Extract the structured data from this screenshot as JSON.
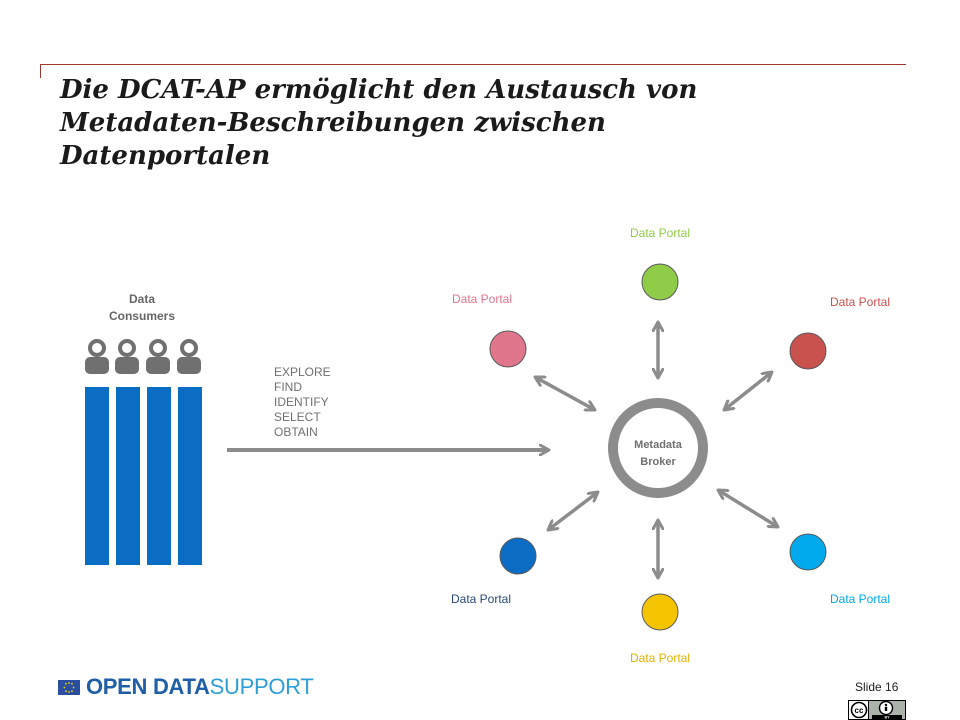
{
  "title_lines": [
    "Die DCAT-AP ermöglicht den Austausch von",
    "Metadaten-Beschreibungen zwischen",
    "Datenportalen"
  ],
  "consumers_label_lines": [
    "Data",
    "Consumers"
  ],
  "actions": [
    "EXPLORE",
    "FIND",
    "IDENTIFY",
    "SELECT",
    "OBTAIN"
  ],
  "broker_label_lines": [
    "Metadata",
    "Broker"
  ],
  "portals": [
    {
      "label": "Data Portal",
      "color": "#8fcc48",
      "label_color": "#8fcc48"
    },
    {
      "label": "Data Portal",
      "color": "#c9514e",
      "label_color": "#c9514e"
    },
    {
      "label": "Data Portal",
      "color": "#00a9ec",
      "label_color": "#00a9ec"
    },
    {
      "label": "Data Portal",
      "color": "#f5c400",
      "label_color": "#e0b200"
    },
    {
      "label": "Data Portal",
      "color": "#0b6cc4",
      "label_color": "#2a4a7a"
    },
    {
      "label": "Data Portal",
      "color": "#e0768c",
      "label_color": "#e0768c"
    }
  ],
  "colors": {
    "consumer_bar": "#0b6cc4",
    "person_icon": "#707070",
    "arrow": "#8c8c8c",
    "broker_ring": "#8c8c8c",
    "accent_rule": "#9b3a2e"
  },
  "footer": {
    "brand_word1": "OPEN",
    "brand_word2": "DATA",
    "brand_word3": "SUPPORT",
    "slide_label": "Slide 16",
    "license_text": "BY"
  }
}
